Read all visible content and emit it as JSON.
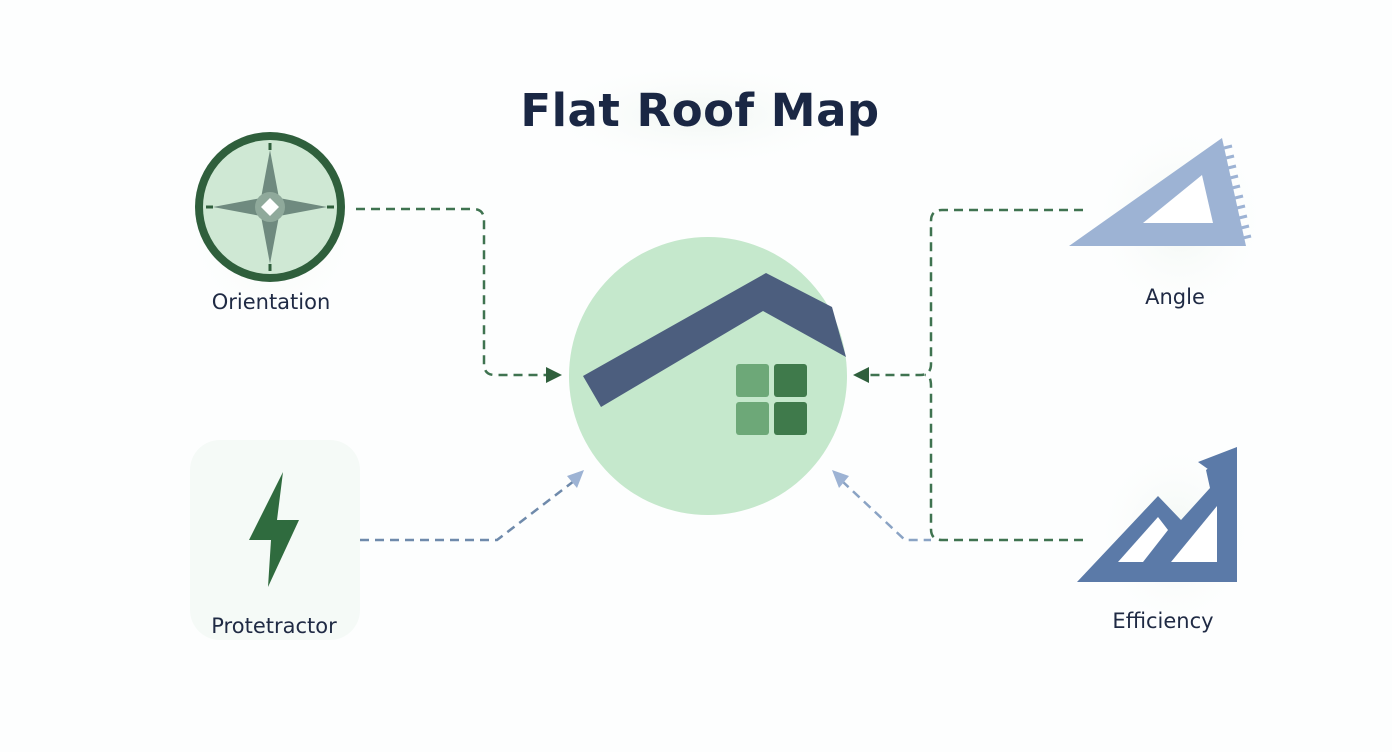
{
  "title": "Flat Roof Map",
  "nodes": {
    "orientation": {
      "label": "Orientation",
      "icon": "compass-icon"
    },
    "angle": {
      "label": "Angle",
      "icon": "set-square-icon"
    },
    "protractor": {
      "label": "Protetractor",
      "icon": "lightning-icon"
    },
    "efficiency": {
      "label": "Efficiency",
      "icon": "growth-chart-icon"
    },
    "center": {
      "icon": "house-roof-icon"
    }
  },
  "colors": {
    "title": "#1a2744",
    "green_dark": "#2f5f3c",
    "green_mid": "#3f7a4b",
    "green_light": "#c5e8cc",
    "navy": "#4c5e7e",
    "blue_light": "#9db3d4",
    "blue_mid": "#6f8fbd"
  }
}
